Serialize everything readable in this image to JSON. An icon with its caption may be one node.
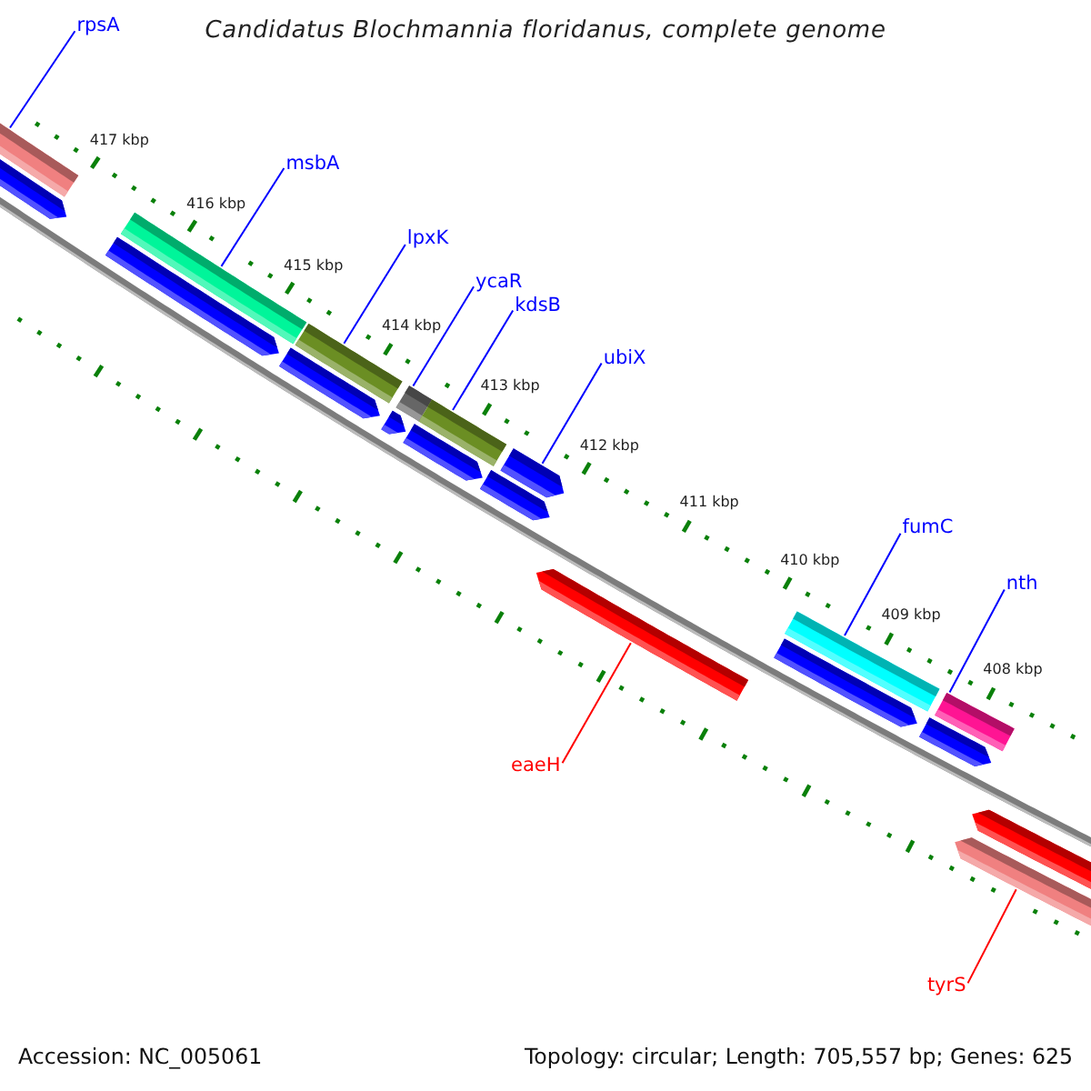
{
  "diagram": {
    "title": "Candidatus Blochmannia floridanus, complete genome",
    "nodes": [
      {
        "text": [
          "rpsA"
        ]
      },
      {
        "text": [],
        "shape": "bar"
      },
      {
        "text": [
          "msbA"
        ]
      },
      {
        "text": [],
        "shape": "bar"
      },
      {
        "text": [
          "lpxK"
        ]
      },
      {
        "text": [],
        "shape": "bar"
      },
      {
        "text": [
          "ycaR"
        ]
      },
      {
        "text": [],
        "shape": "bar"
      },
      {
        "text": [
          "kdsB"
        ]
      },
      {
        "text": [],
        "shape": "bar"
      },
      {
        "text": [
          "ubiX"
        ]
      },
      {
        "text": [],
        "shape": "arrow"
      },
      {
        "text": [
          "fumC"
        ]
      },
      {
        "text": [],
        "shape": "bar"
      },
      {
        "text": [
          "nth"
        ]
      },
      {
        "text": [],
        "shape": "bar"
      },
      {
        "text": [
          "eaeH"
        ]
      },
      {
        "text": [],
        "shape": "arrow"
      },
      {
        "text": [
          "tyrS"
        ]
      },
      {
        "text": [],
        "shape": "arrow"
      },
      {
        "text": [],
        "shape": "arrow"
      },
      {
        "text": [],
        "shape": "arrow"
      },
      {
        "text": [],
        "shape": "arrow"
      },
      {
        "text": [],
        "shape": "arrow"
      },
      {
        "text": [],
        "shape": "arrow"
      },
      {
        "text": [],
        "shape": "arrow"
      },
      {
        "text": [],
        "shape": "arrow"
      },
      {
        "text": [],
        "shape": "arrow"
      },
      {
        "text": [],
        "shape": "arrow"
      }
    ],
    "edges": [
      {
        "from": 0,
        "to": 1,
        "arrow": "none"
      },
      {
        "from": 2,
        "to": 3,
        "arrow": "none"
      },
      {
        "from": 4,
        "to": 5,
        "arrow": "none"
      },
      {
        "from": 6,
        "to": 7,
        "arrow": "none"
      },
      {
        "from": 8,
        "to": 9,
        "arrow": "none"
      },
      {
        "from": 10,
        "to": 11,
        "arrow": "none"
      },
      {
        "from": 12,
        "to": 13,
        "arrow": "none"
      },
      {
        "from": 14,
        "to": 15,
        "arrow": "none"
      },
      {
        "from": 16,
        "to": 17,
        "arrow": "none",
        "color": "#ff0000"
      },
      {
        "from": 18,
        "to": 19,
        "arrow": "none",
        "color": "#ff0000"
      }
    ],
    "labels": [
      "417 kbp",
      "416 kbp",
      "415 kbp",
      "414 kbp",
      "413 kbp",
      "412 kbp",
      "411 kbp",
      "410 kbp",
      "409 kbp",
      "408 kbp",
      "Accession: NC_005061",
      "Topology: circular; Length: 705,557 bp; Genes: 625"
    ]
  }
}
